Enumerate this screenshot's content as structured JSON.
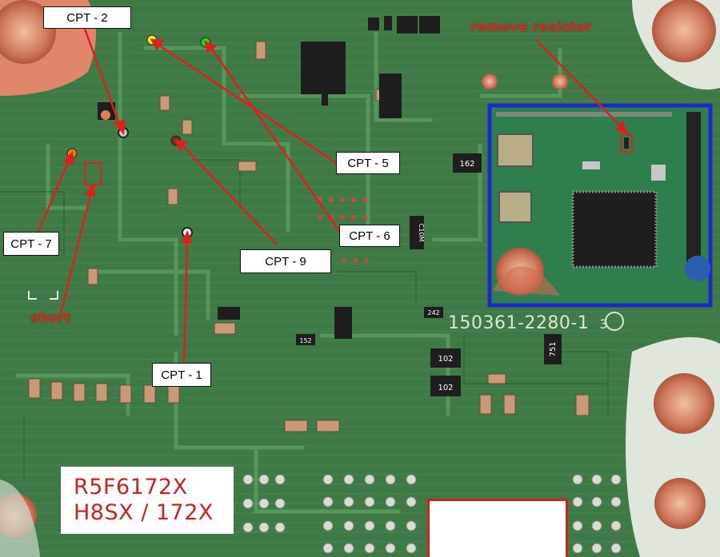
{
  "image": {
    "description_free": true,
    "board_color": "#3f7a46",
    "pad_color": "#d98a67",
    "arrow_color": "#e11d1d",
    "inset_border_color": "#1f28c8"
  },
  "callouts": {
    "cpt2": "CPT - 2",
    "cpt5": "CPT - 5",
    "cpt6": "CPT - 6",
    "cpt7": "CPT - 7",
    "cpt9": "CPT - 9",
    "cpt1": "CPT - 1"
  },
  "labels": {
    "remove_resistor": "remove resistor",
    "short": "short",
    "part_number": "150361-2280-1",
    "part_number_circle": "3"
  },
  "chip_box": {
    "line1": "R5F6172X",
    "line2": "H8SX / 172X"
  },
  "silkscreen": {
    "r102a": "102",
    "r102b": "102",
    "r751": "751",
    "r162": "162",
    "r152": "152",
    "r242": "242",
    "c10m": "C10M"
  }
}
